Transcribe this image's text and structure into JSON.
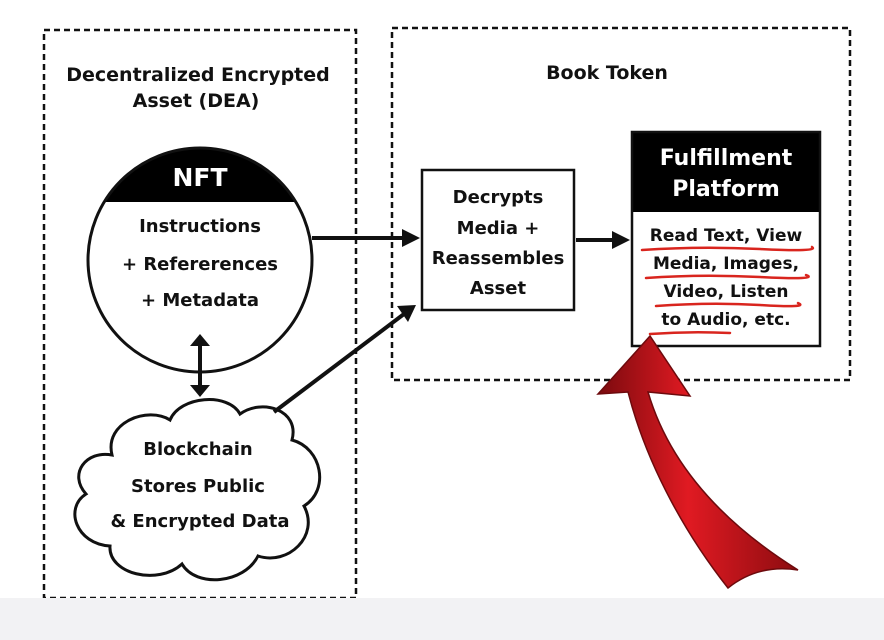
{
  "dea_panel": {
    "title_line1": "Decentralized Encrypted",
    "title_line2": "Asset (DEA)"
  },
  "book_panel": {
    "title": "Book Token"
  },
  "nft": {
    "header": "NFT",
    "line1": "Instructions",
    "line2": "+ Refererences",
    "line3": "+ Metadata"
  },
  "blockchain": {
    "line1": "Blockchain",
    "line2": "Stores Public",
    "line3": "& Encrypted Data"
  },
  "decrypt_box": {
    "line1": "Decrypts",
    "line2": "Media +",
    "line3": "Reassembles",
    "line4": "Asset"
  },
  "fulfillment": {
    "header_line1": "Fulfillment",
    "header_line2": "Platform",
    "line1": "Read Text, View",
    "line2": "Media, Images,",
    "line3": "Video, Listen",
    "line4": "to Audio, etc."
  },
  "colors": {
    "text": "#111111",
    "header_fill": "#000000",
    "highlight_arrow": "#c8141b",
    "underline": "#d9251e"
  }
}
